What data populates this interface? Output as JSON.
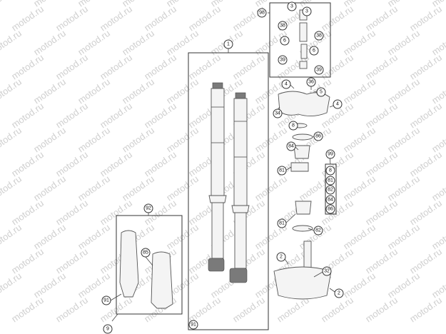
{
  "watermark": "motod.ru",
  "callouts": {
    "fork_assembly": "1",
    "fork_guard_set": "92",
    "fork_guard_screw": "85",
    "guard_screw_a": "91",
    "guard_screw_b": "91",
    "bolt": "9",
    "top_set": "98",
    "top_bolt_a": "3",
    "top_bolt_b": "3",
    "top_clamp_a": "38",
    "top_clamp_b": "38",
    "top_ring_a": "6",
    "top_ring_b": "6",
    "top_cap_a": "39",
    "top_cap_b": "39",
    "clamp_screw_left": "4",
    "clamp_screw_right": "4",
    "triple_clamp_top": "34",
    "cap_bolt": "36",
    "top_nut": "5",
    "seal_ring": "8",
    "bearing_upper": "86",
    "dust_seal": "84",
    "bracket_upper": "81",
    "bracket_lower": "81",
    "bearing_lower": "82",
    "kit_label": "99",
    "kit_item_1": "8",
    "kit_item_2": "81",
    "kit_item_3": "82",
    "kit_item_4": "84",
    "kit_item_5": "86",
    "steering_stem_bolt": "2",
    "lower_clamp": "32",
    "lower_clamp_bolt": "2"
  }
}
